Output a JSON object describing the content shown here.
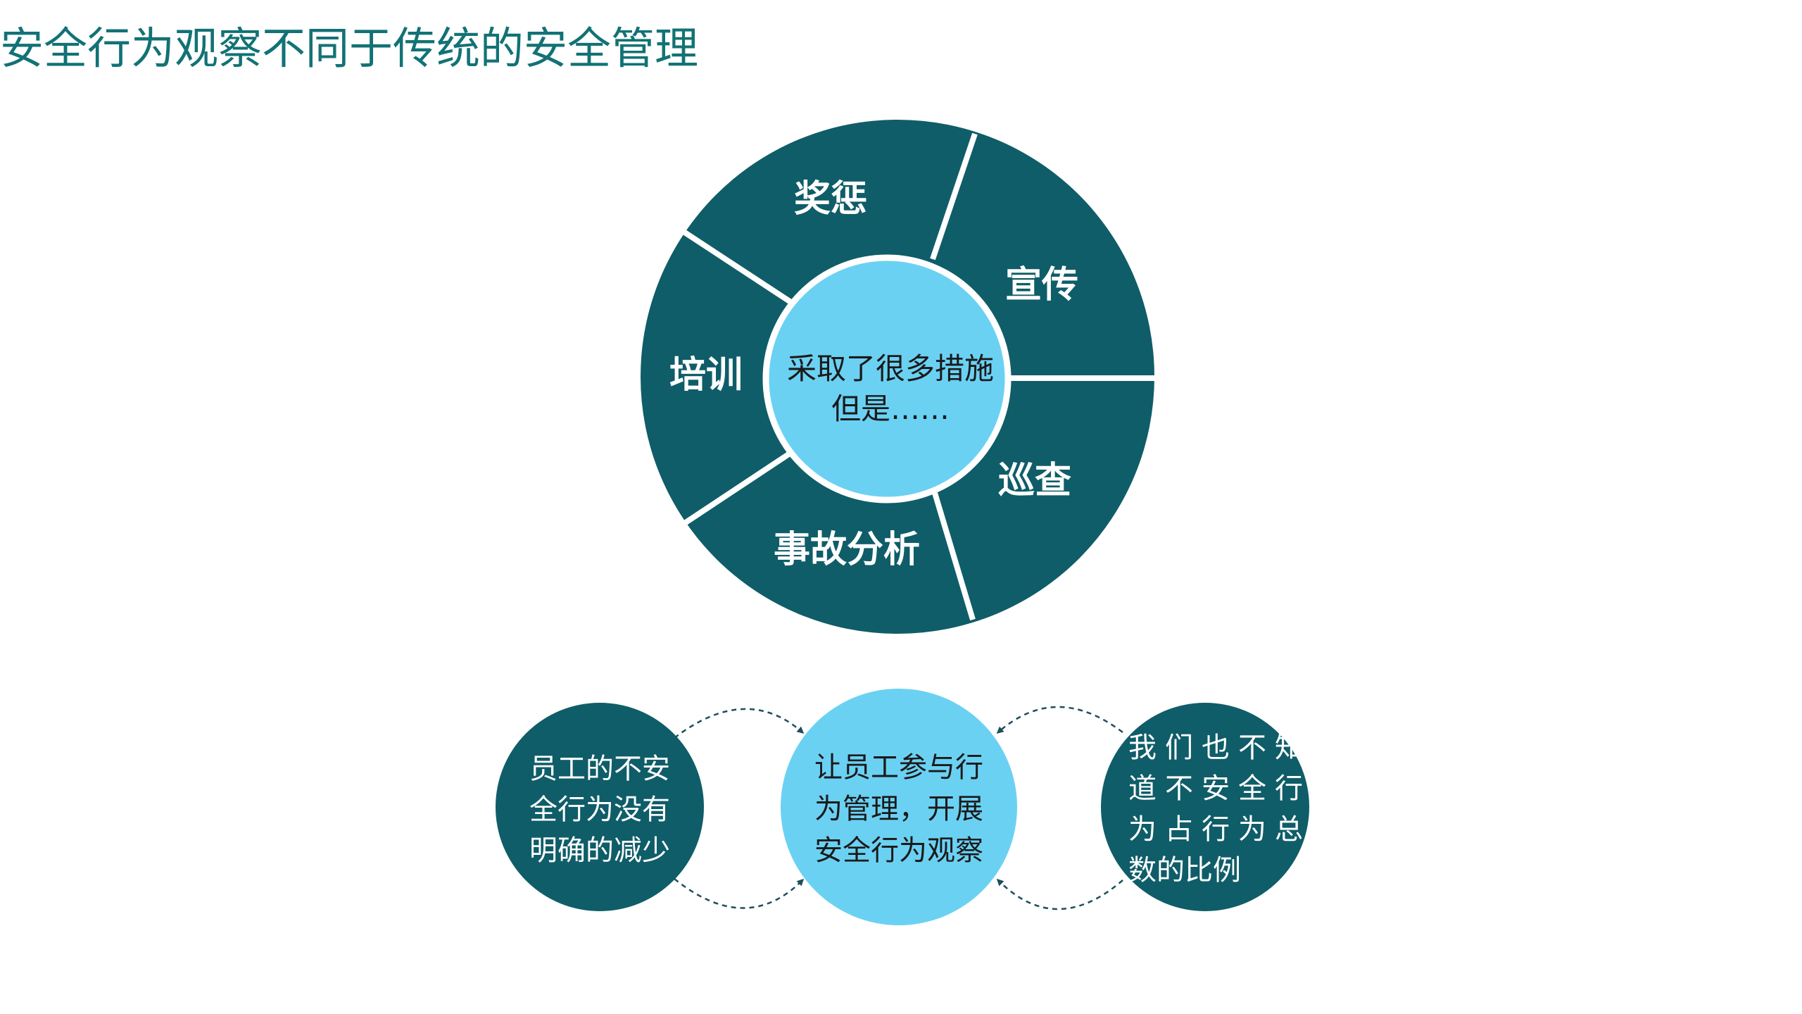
{
  "title": "安全行为观察不同于传统的安全管理",
  "colors": {
    "dark_teal": "#0F5D68",
    "light_blue": "#6BD1F3",
    "title_teal": "#127275",
    "arrow": "#1F4E5A"
  },
  "wheel": {
    "segments": [
      {
        "label": "奖惩"
      },
      {
        "label": "宣传"
      },
      {
        "label": "巡查"
      },
      {
        "label": "事故分析"
      },
      {
        "label": "培训"
      }
    ],
    "hub": {
      "line1": "采取了很多措施",
      "line2": "但是……"
    }
  },
  "flow": {
    "left": {
      "line1": "员工的不安",
      "line2": "全行为没有",
      "line3": "明确的减少"
    },
    "center": {
      "line1": "让员工参与行",
      "line2": "为管理，开展",
      "line3": "安全行为观察"
    },
    "right": {
      "line1": "我们也不知",
      "line2": "道不安全行",
      "line3": "为占行为总",
      "line4": "数的比例"
    }
  }
}
